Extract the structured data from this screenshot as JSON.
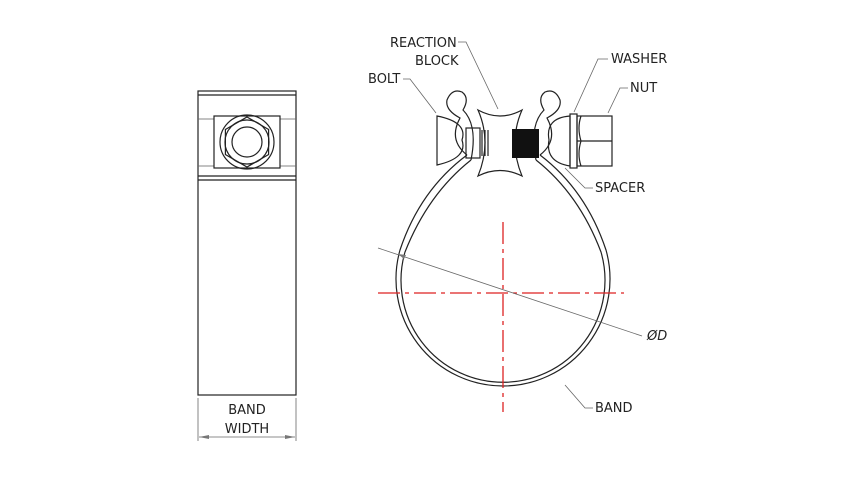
{
  "labels": {
    "reaction_block_line1": "REACTION",
    "reaction_block_line2": "BLOCK",
    "bolt": "BOLT",
    "washer": "WASHER",
    "nut": "NUT",
    "spacer": "SPACER",
    "band": "BAND",
    "diameter": "ØD",
    "band_width_line1": "BAND",
    "band_width_line2": "WIDTH"
  },
  "colors": {
    "centerline": "#dd2222",
    "line": "#222222"
  }
}
